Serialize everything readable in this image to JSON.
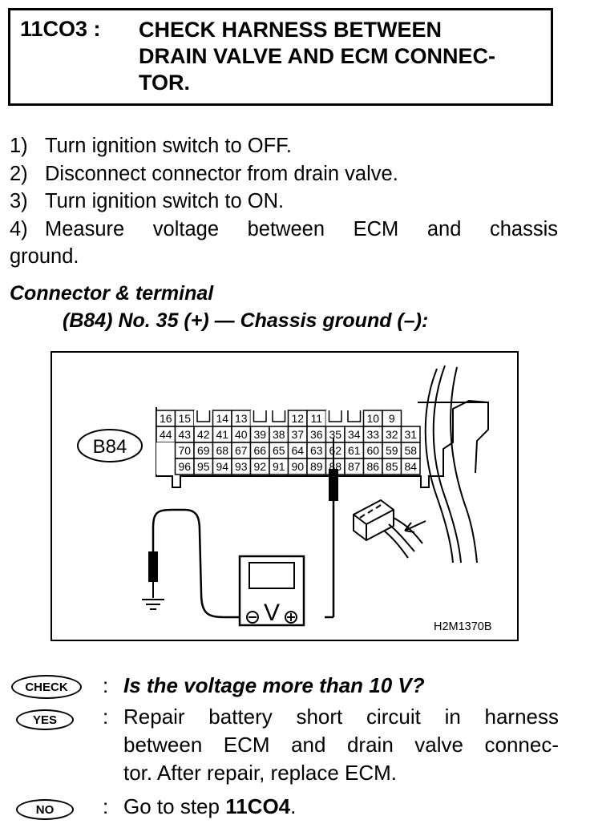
{
  "header": {
    "step_id": "11CO3 :",
    "title_line1": "CHECK HARNESS BETWEEN",
    "title_line2": "DRAIN VALVE AND ECM CONNEC-",
    "title_line3": "TOR."
  },
  "steps": [
    {
      "num": "1)",
      "text": "Turn ignition switch to OFF."
    },
    {
      "num": "2)",
      "text": "Disconnect connector from drain valve."
    },
    {
      "num": "3)",
      "text": "Turn ignition switch to ON."
    },
    {
      "num": "4)",
      "text_line1": "Measure voltage between ECM and chassis",
      "text_line2": "ground."
    }
  ],
  "connector_terminal": {
    "heading": "Connector & terminal",
    "spec": "(B84) No. 35 (+) — Chassis ground (–):"
  },
  "diagram": {
    "connector_label": "B84",
    "figure_code": "H2M1370B",
    "meter_symbol": "V",
    "pin_rows": [
      [
        "16",
        "15",
        "",
        "14",
        "13",
        "",
        "",
        "12",
        "11",
        "",
        "",
        "10",
        "9"
      ],
      [
        "44",
        "43",
        "42",
        "41",
        "40",
        "39",
        "38",
        "37",
        "36",
        "35",
        "34",
        "33",
        "32",
        "31"
      ],
      [
        "",
        "70",
        "69",
        "68",
        "67",
        "66",
        "65",
        "64",
        "63",
        "62",
        "61",
        "60",
        "59",
        "58"
      ],
      [
        "",
        "96",
        "95",
        "94",
        "93",
        "92",
        "91",
        "90",
        "89",
        "88",
        "87",
        "86",
        "85",
        "84"
      ]
    ]
  },
  "results": {
    "check_badge": "CHECK",
    "check_question": "Is the voltage more than 10 V?",
    "yes_badge": "YES",
    "yes_line1": "Repair battery short circuit in harness",
    "yes_line2": "between ECM and drain valve connec-",
    "yes_line3": "tor. After repair, replace ECM.",
    "no_badge": "NO",
    "no_prefix": "Go to step ",
    "no_step": "11CO4",
    "no_suffix": "."
  }
}
